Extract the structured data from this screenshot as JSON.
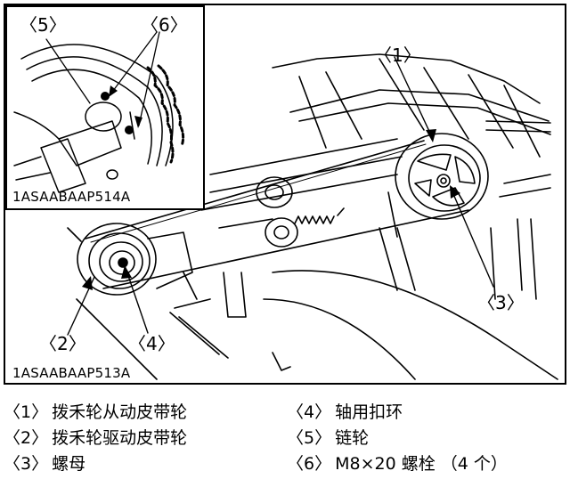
{
  "figure": {
    "inset_code": "1ASAABAAP514A",
    "main_code": "1ASAABAAP513A",
    "callouts": {
      "c1": "〈1〉",
      "c2": "〈2〉",
      "c3": "〈3〉",
      "c4": "〈4〉",
      "c5": "〈5〉",
      "c6": "〈6〉"
    }
  },
  "legend": [
    {
      "num": "〈1〉",
      "text": "拨禾轮从动皮带轮"
    },
    {
      "num": "〈2〉",
      "text": "拨禾轮驱动皮带轮"
    },
    {
      "num": "〈3〉",
      "text": "螺母"
    },
    {
      "num": "〈4〉",
      "text": "轴用扣环"
    },
    {
      "num": "〈5〉",
      "text": "链轮"
    },
    {
      "num": "〈6〉",
      "text": "M8×20 螺栓 （4 个）"
    }
  ]
}
